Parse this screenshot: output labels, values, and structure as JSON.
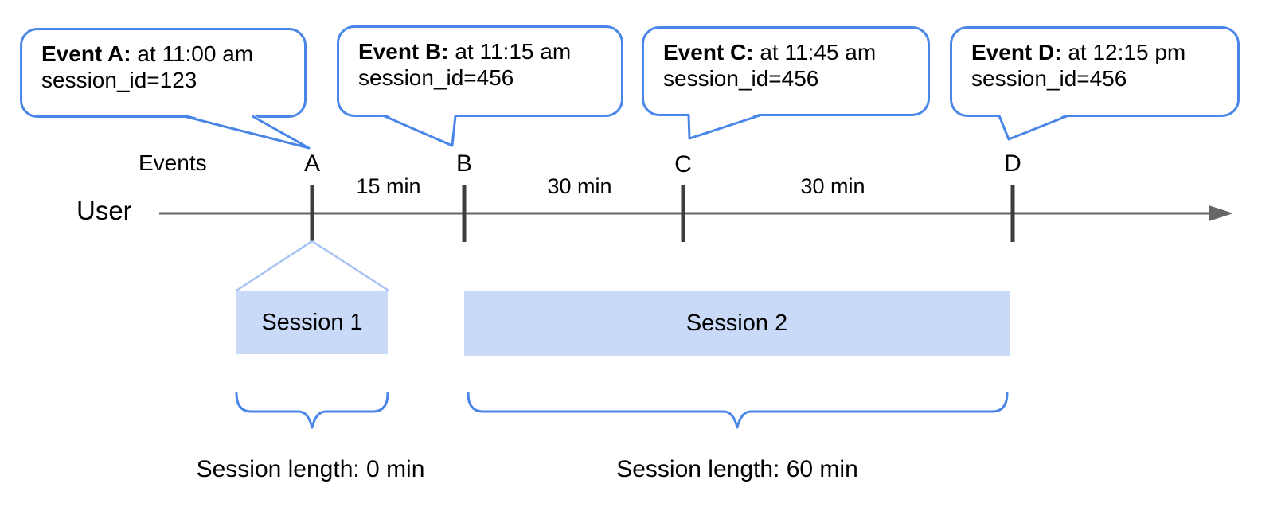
{
  "palette": {
    "bubble_border": "#4a86e8",
    "bubble_fill": "#ffffff",
    "session_fill": "#c9daf8",
    "funnel_line": "#a4c2f4",
    "axis": "#666666",
    "tick": "#3d3d3d",
    "brace": "#4a86e8",
    "text": "#000000",
    "background": "#ffffff"
  },
  "timeline": {
    "events_label": "Events",
    "user_label": "User",
    "intervals": [
      "15 min",
      "30 min",
      "30 min"
    ]
  },
  "events": [
    {
      "label": "A",
      "callout": {
        "bold": "Event A:",
        "text": " at 11:00 am",
        "line2": "session_id=123"
      }
    },
    {
      "label": "B",
      "callout": {
        "bold": "Event B:",
        "text": " at 11:15 am",
        "line2": "session_id=456"
      }
    },
    {
      "label": "C",
      "callout": {
        "bold": "Event C:",
        "text": " at 11:45 am",
        "line2": "session_id=456"
      }
    },
    {
      "label": "D",
      "callout": {
        "bold": "Event D:",
        "text": " at 12:15 pm",
        "line2": "session_id=456"
      }
    }
  ],
  "sessions": [
    {
      "label": "Session 1",
      "length_label": "Session length: 0 min"
    },
    {
      "label": "Session 2",
      "length_label": "Session length: 60 min"
    }
  ]
}
